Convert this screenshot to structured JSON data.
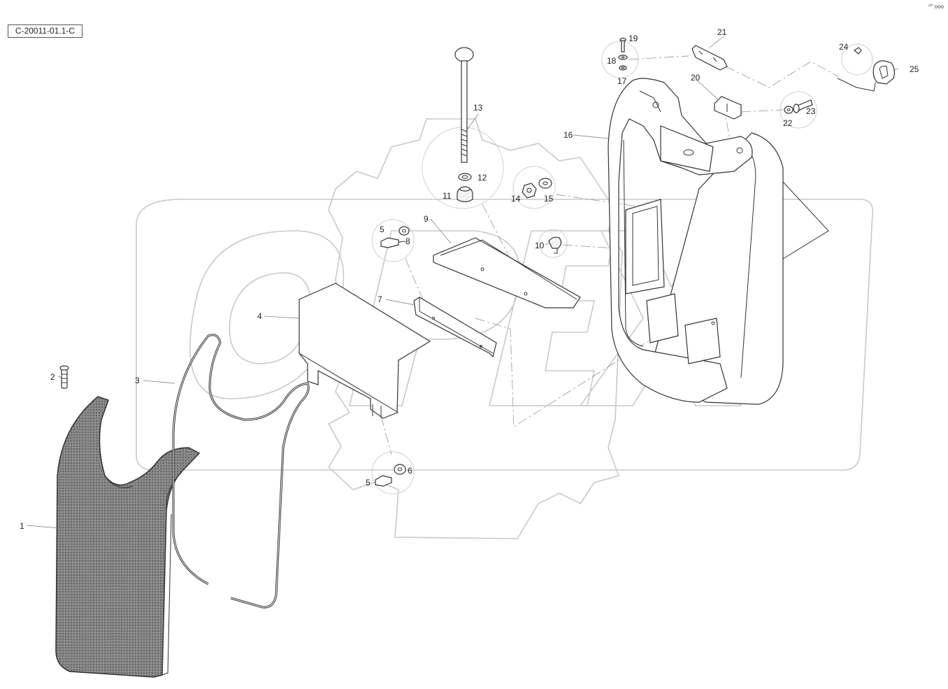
{
  "diagram_code": "C-20011-01.1-C",
  "corner_mark": "⁰° ooo",
  "callouts": [
    "1",
    "2",
    "3",
    "4",
    "5",
    "6",
    "7",
    "8",
    "9",
    "10",
    "11",
    "12",
    "13",
    "14",
    "15",
    "16",
    "17",
    "18",
    "19",
    "20",
    "21",
    "22",
    "23",
    "24",
    "25",
    "5"
  ],
  "watermark": "OPEX"
}
